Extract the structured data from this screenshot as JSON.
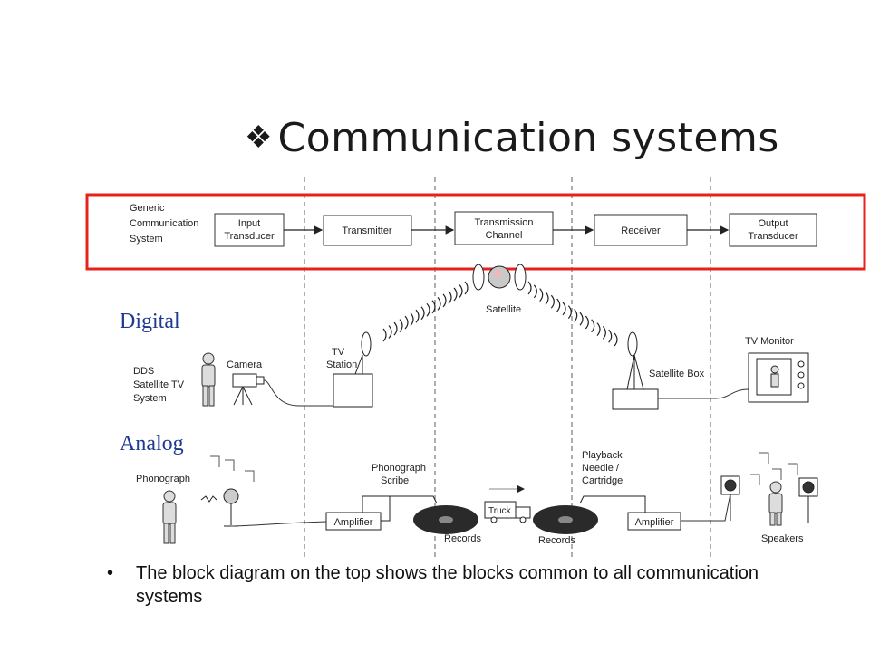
{
  "title": "Communication systems",
  "title_bullet": "❖",
  "labels": {
    "digital": "Digital",
    "analog": "Analog"
  },
  "generic": {
    "label": [
      "Generic",
      "Communication",
      "System"
    ],
    "blocks": [
      [
        "Input",
        "Transducer"
      ],
      [
        "Transmitter"
      ],
      [
        "Transmission",
        "Channel"
      ],
      [
        "Receiver"
      ],
      [
        "Output",
        "Transducer"
      ]
    ]
  },
  "digital": {
    "system_label": [
      "DDS",
      "Satellite TV",
      "System"
    ],
    "camera": "Camera",
    "tv_station": [
      "TV",
      "Station"
    ],
    "satellite": "Satellite",
    "satellite_box": "Satellite Box",
    "tv_monitor": "TV Monitor"
  },
  "analog": {
    "phonograph": "Phonograph",
    "phonograph_scribe": [
      "Phonograph",
      "Scribe"
    ],
    "amplifier_left": "Amplifier",
    "records_left": "Records",
    "truck": "Truck",
    "records_right": "Records",
    "playback": [
      "Playback",
      "Needle /",
      "Cartridge"
    ],
    "amplifier_right": "Amplifier",
    "speakers": "Speakers"
  },
  "bullet_text": "The  block diagram on the top shows the blocks common to all communication systems",
  "colors": {
    "highlight_box": "#e8211d",
    "label_blue": "#1f3a93",
    "ink": "#222222"
  }
}
